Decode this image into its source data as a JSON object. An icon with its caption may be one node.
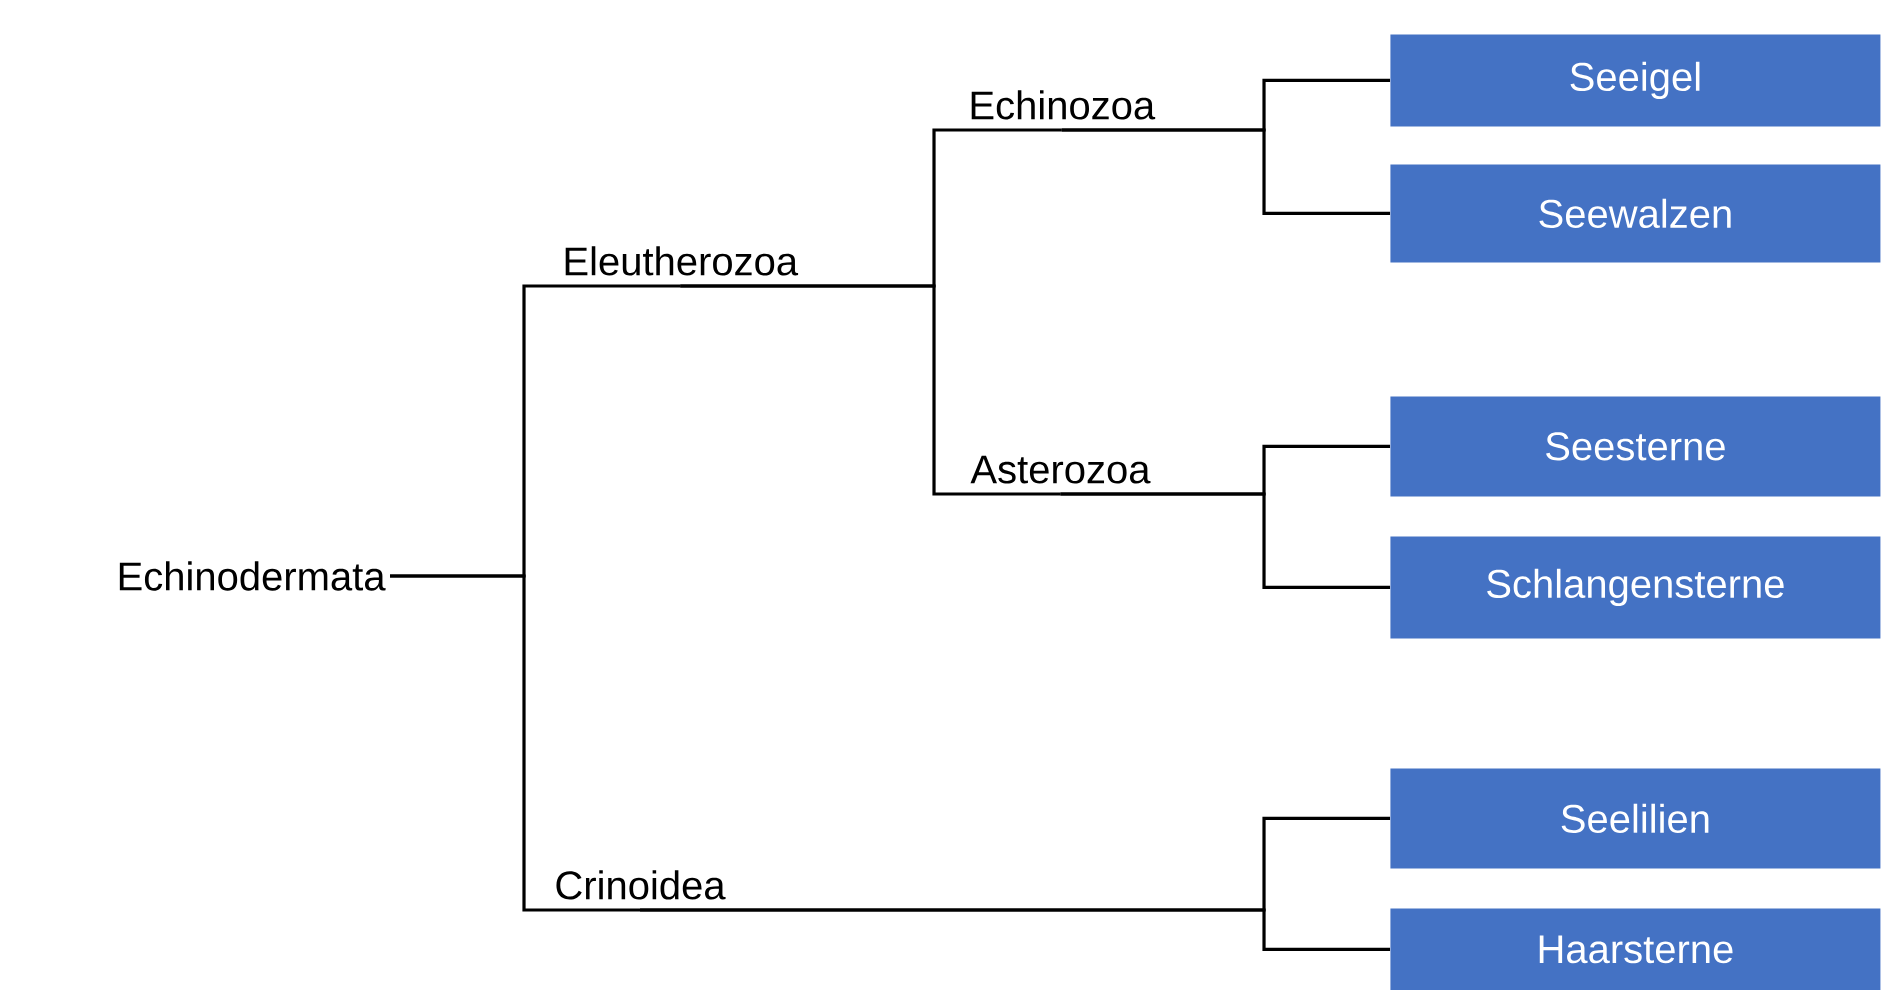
{
  "diagram": {
    "nodes": [
      {
        "text": [
          "Echinodermata"
        ]
      },
      {
        "text": [
          "Eleutherozoa"
        ]
      },
      {
        "text": [
          "Crinoidea"
        ]
      },
      {
        "text": [
          "Echinozoa"
        ]
      },
      {
        "text": [
          "Asterozoa"
        ]
      },
      {
        "text": [
          "Seeigel"
        ]
      },
      {
        "text": [
          "Seewalzen"
        ]
      },
      {
        "text": [
          "Seesterne"
        ]
      },
      {
        "text": [
          "Schlangensterne"
        ]
      },
      {
        "text": [
          "Seelilien"
        ]
      },
      {
        "text": [
          "Haarsterne"
        ]
      }
    ],
    "edges": [
      {
        "from": 0,
        "to": 1,
        "arrow": "none"
      },
      {
        "from": 0,
        "to": 2,
        "arrow": "none"
      },
      {
        "from": 1,
        "to": 3,
        "arrow": "none"
      },
      {
        "from": 1,
        "to": 4,
        "arrow": "none"
      },
      {
        "from": 3,
        "to": 5,
        "arrow": "none"
      },
      {
        "from": 3,
        "to": 6,
        "arrow": "none"
      },
      {
        "from": 4,
        "to": 7,
        "arrow": "none"
      },
      {
        "from": 4,
        "to": 8,
        "arrow": "none"
      },
      {
        "from": 2,
        "to": 9,
        "arrow": "none"
      },
      {
        "from": 2,
        "to": 10,
        "arrow": "none"
      }
    ]
  }
}
